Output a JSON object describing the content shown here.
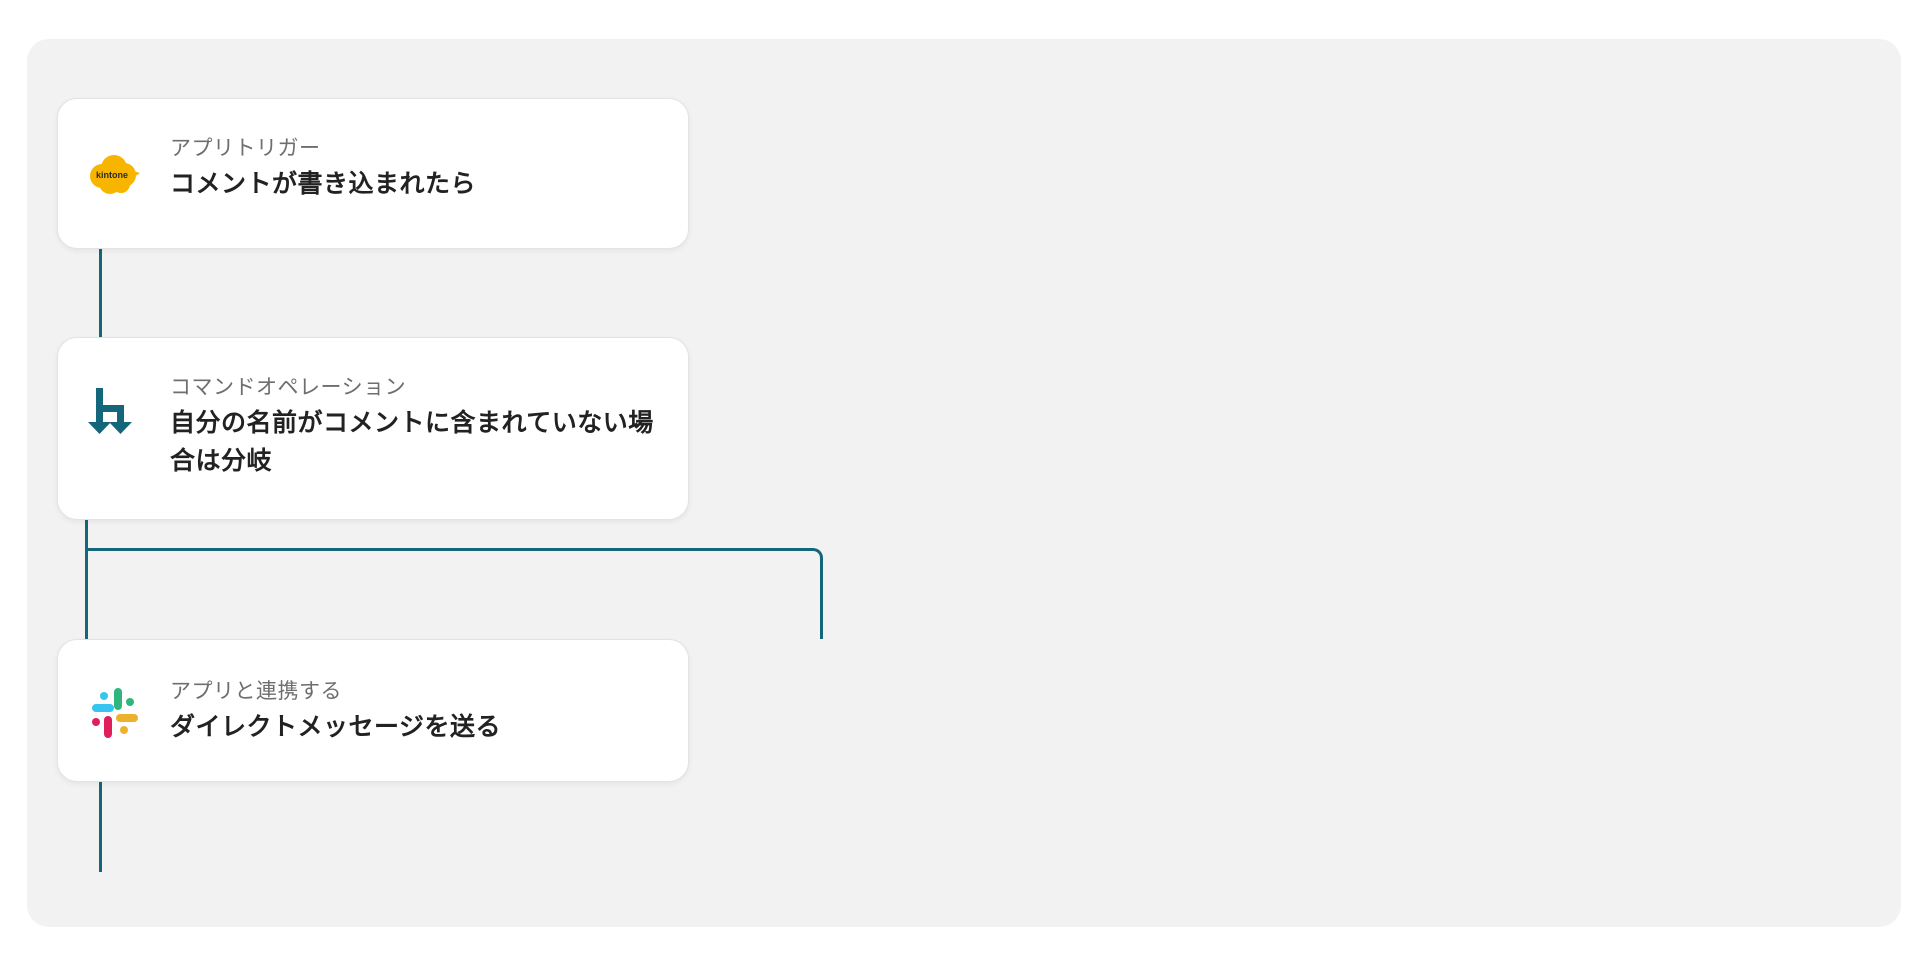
{
  "flow": {
    "steps": [
      {
        "kind": "アプリトリガー",
        "title": "コメントが書き込まれたら",
        "icon": "kintone-logo-icon",
        "logo_text": "kintone",
        "color": "#f7b500"
      },
      {
        "kind": "コマンドオペレーション",
        "title": "自分の名前がコメントに含まれていない場合は分岐",
        "icon": "branch-icon",
        "color": "#14677b"
      },
      {
        "kind": "アプリと連携する",
        "title": "ダイレクトメッセージを送る",
        "icon": "slack-logo-icon",
        "colors": [
          "#36c5f0",
          "#2eb67d",
          "#ecb22e",
          "#e01e5a"
        ]
      }
    ],
    "connector_color": "#14677b",
    "canvas_color": "#f2f2f2"
  }
}
